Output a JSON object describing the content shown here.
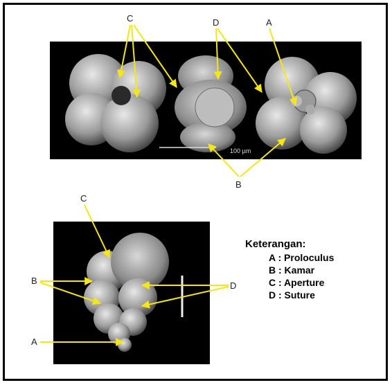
{
  "top_figure": {
    "labels": {
      "a": "A",
      "b": "B",
      "c": "C",
      "d": "D"
    },
    "scale_bar": "100 µm"
  },
  "bottom_figure": {
    "labels": {
      "a": "A",
      "b": "B",
      "c": "C",
      "d": "D"
    }
  },
  "legend": {
    "title": "Keterangan:",
    "items": [
      "A : Proloculus",
      "B : Kamar",
      "C : Aperture",
      "D : Suture"
    ]
  },
  "colors": {
    "arrow": "#f5e614",
    "panel": "#000000",
    "border": "#000000"
  }
}
